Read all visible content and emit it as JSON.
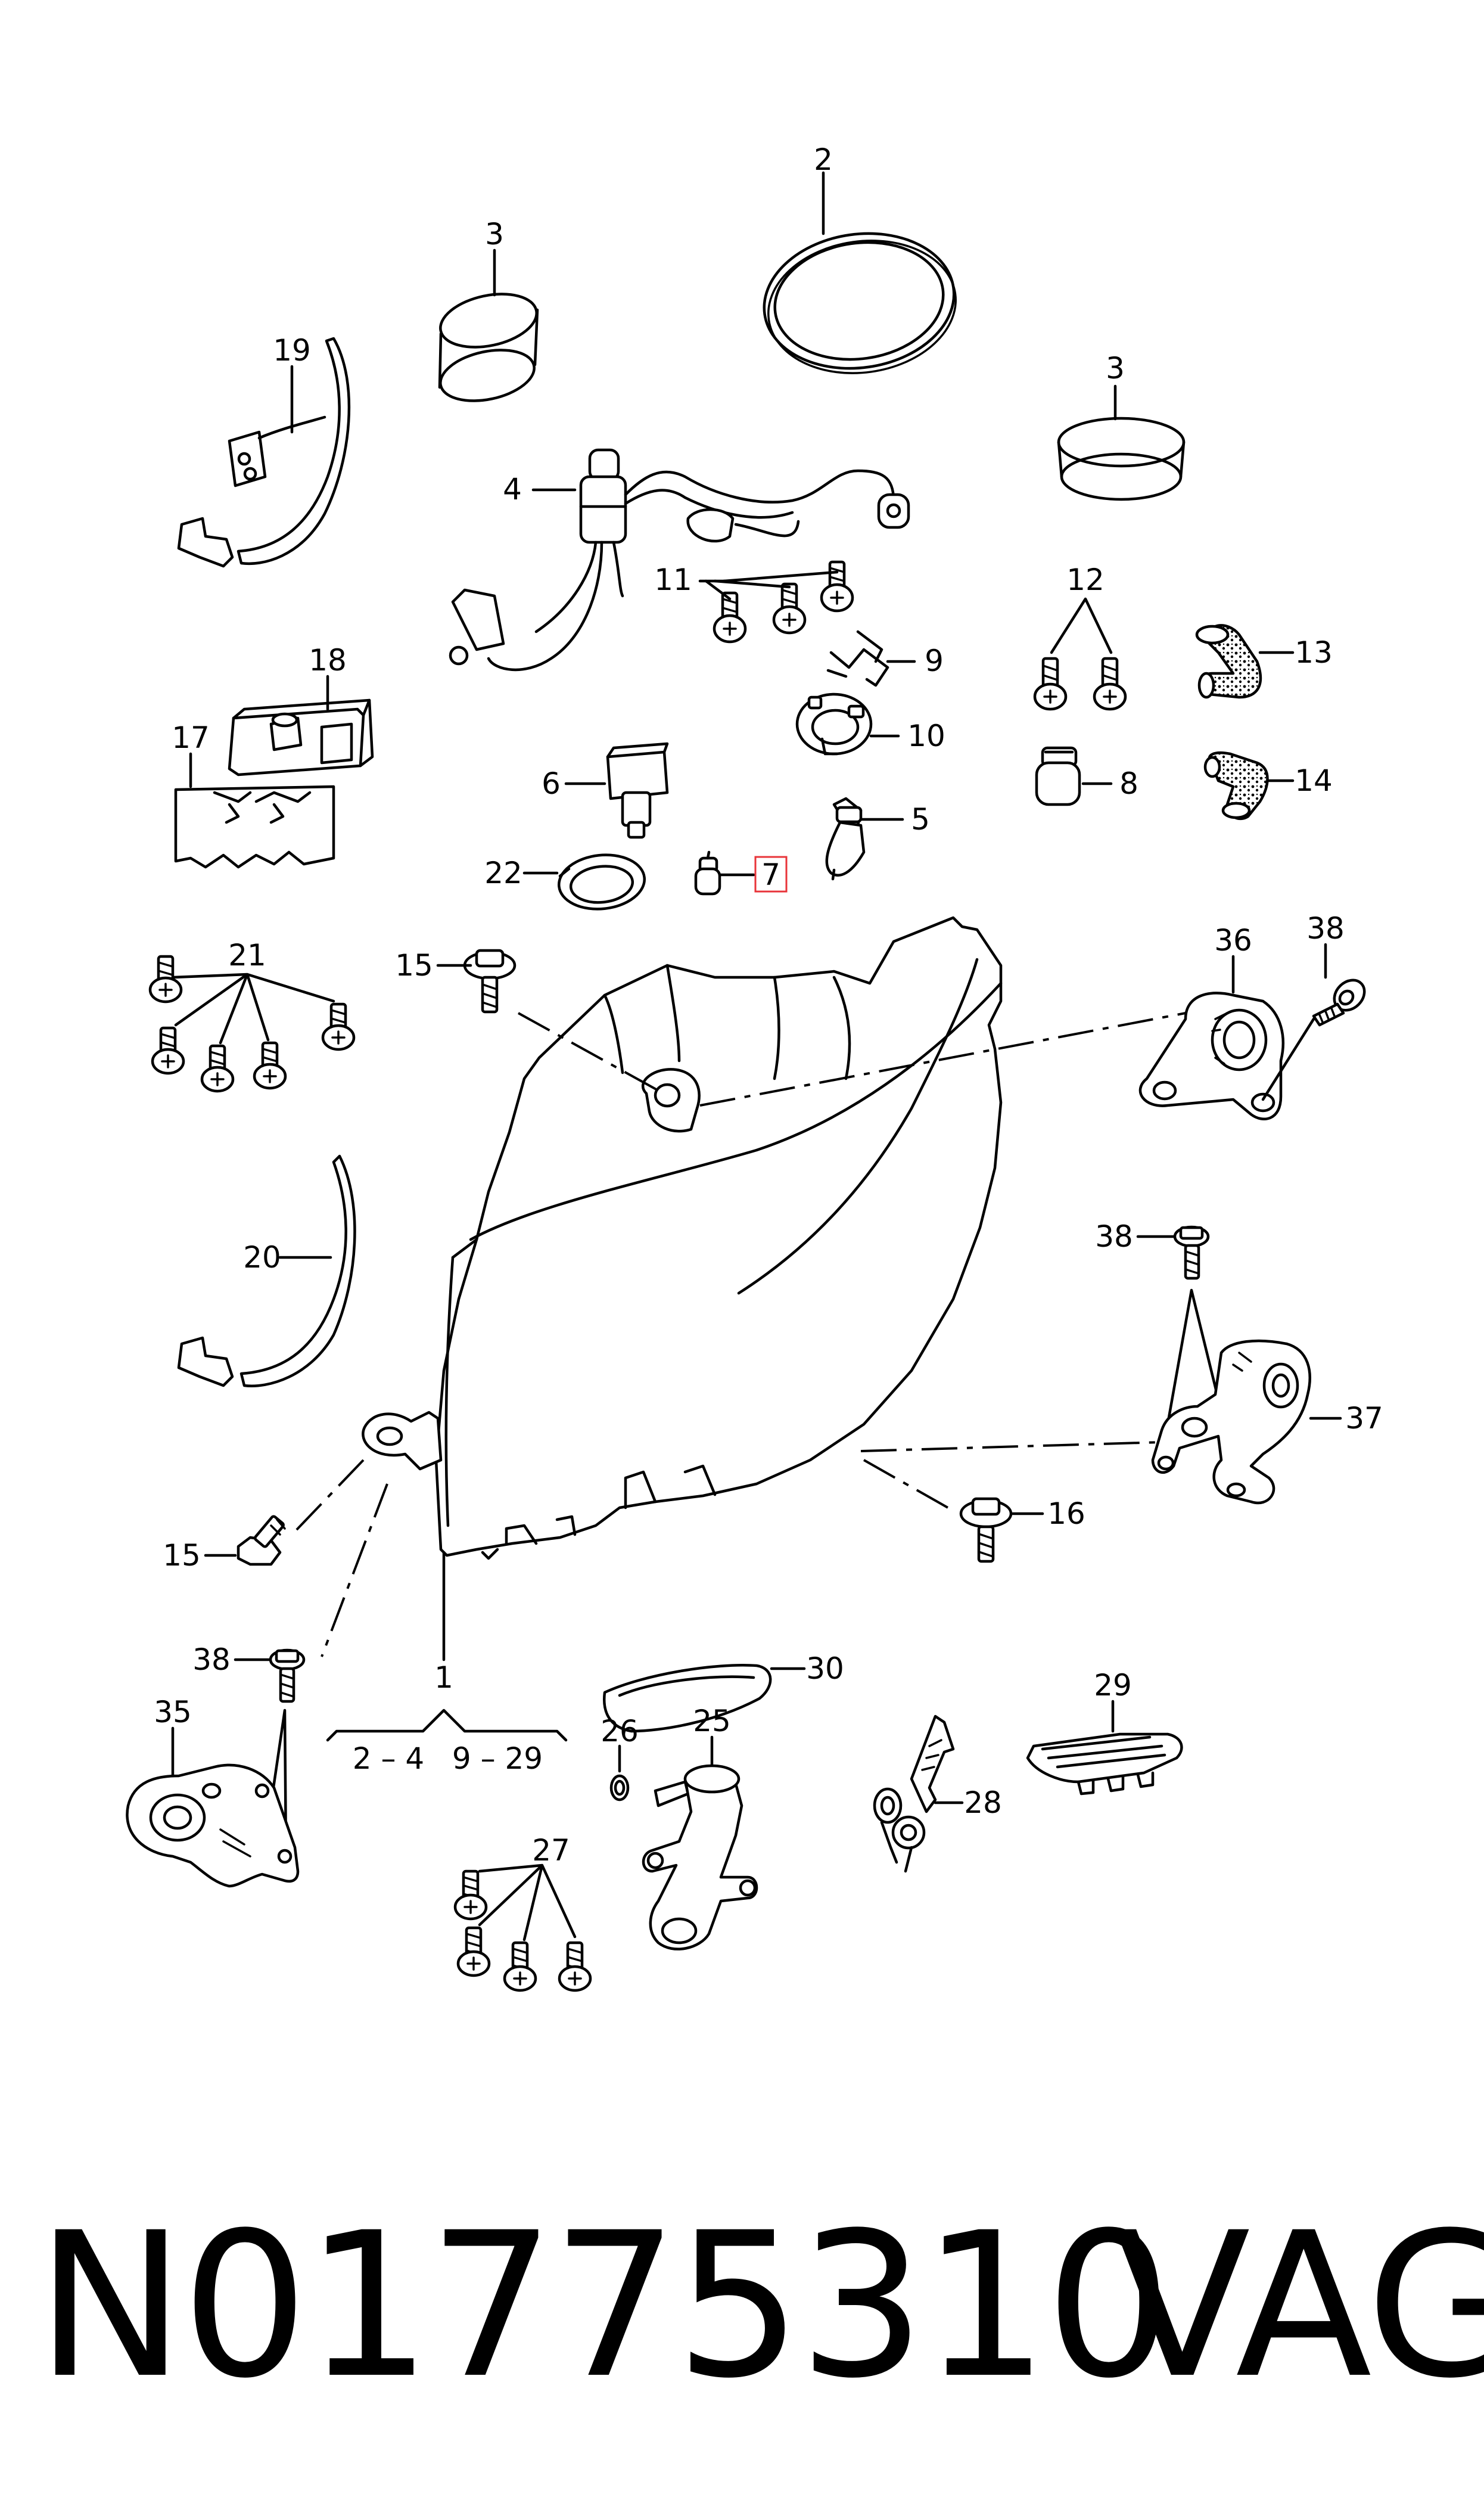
{
  "diagram": {
    "labels": {
      "1": "1",
      "2": "2",
      "3a": "3",
      "3b": "3",
      "4": "4",
      "5": "5",
      "6": "6",
      "7": "7",
      "8": "8",
      "9": "9",
      "10": "10",
      "11": "11",
      "12": "12",
      "13": "13",
      "14": "14",
      "15a": "15",
      "15b": "15",
      "16": "16",
      "17": "17",
      "18": "18",
      "19": "19",
      "20": "20",
      "21": "21",
      "22": "22",
      "25": "25",
      "26": "26",
      "27": "27",
      "28": "28",
      "29": "29",
      "30": "30",
      "35": "35",
      "36": "36",
      "37": "37",
      "38a": "38",
      "38b": "38",
      "38c": "38",
      "range_1": "2 – 4",
      "range_2": "9 – 29"
    },
    "highlighted_label": "7",
    "highlight_color": "#e8343a"
  },
  "footer": {
    "part_number": "N01775310",
    "brand": "VAG"
  }
}
